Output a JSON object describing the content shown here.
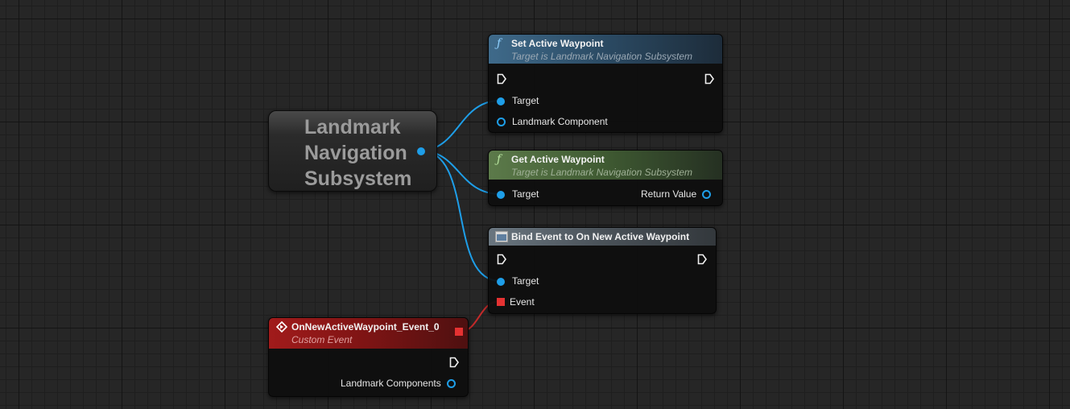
{
  "subsystem_node": {
    "title_lines": [
      "Landmark",
      "Navigation",
      "Subsystem"
    ]
  },
  "set_active_waypoint": {
    "title": "Set Active Waypoint",
    "subtitle": "Target is Landmark Navigation Subsystem",
    "icon": "function-icon",
    "pins": {
      "target": "Target",
      "landmark_component": "Landmark Component"
    }
  },
  "get_active_waypoint": {
    "title": "Get Active Waypoint",
    "subtitle": "Target is Landmark Navigation Subsystem",
    "icon": "function-icon",
    "pins": {
      "target": "Target",
      "return_value": "Return Value"
    }
  },
  "bind_event": {
    "title": "Bind Event to On New Active Waypoint",
    "icon": "event-dispatcher-icon",
    "pins": {
      "target": "Target",
      "event": "Event"
    }
  },
  "custom_event": {
    "title": "OnNewActiveWaypoint_Event_0",
    "subtitle": "Custom Event",
    "icon": "custom-event-icon",
    "pins": {
      "landmark_components": "Landmark Components"
    }
  },
  "colors": {
    "object_pin": "#1e9ee8",
    "delegate_pin": "#e53232",
    "function_header": "#3f6a8a",
    "pure_function_header": "#5c7a4a",
    "event_header": "#a11b1b"
  }
}
